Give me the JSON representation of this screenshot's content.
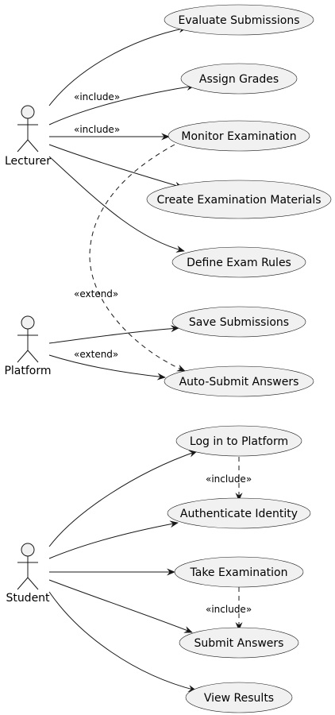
{
  "actors": {
    "lecturer": "Lecturer",
    "platform": "Platform",
    "student": "Student"
  },
  "use_cases": {
    "evaluate_submissions": "Evaluate Submissions",
    "assign_grades": "Assign Grades",
    "monitor_examination": "Monitor Examination",
    "create_examination_materials": "Create Examination Materials",
    "define_exam_rules": "Define Exam Rules",
    "save_submissions": "Save Submissions",
    "auto_submit_answers": "Auto-Submit Answers",
    "log_in_to_platform": "Log in to Platform",
    "authenticate_identity": "Authenticate Identity",
    "take_examination": "Take Examination",
    "submit_answers": "Submit Answers",
    "view_results": "View Results"
  },
  "relations": {
    "include_assign_grades": "«include»",
    "include_monitor_examination": "«include»",
    "extend_monitor_autosubmit": "«extend»",
    "extend_platform_autosubmit": "«extend»",
    "include_login_authenticate": "«include»",
    "include_take_submit": "«include»"
  },
  "colors": {
    "use_case_fill": "#f1f1f1",
    "stroke": "#181818",
    "background": "#ffffff"
  }
}
